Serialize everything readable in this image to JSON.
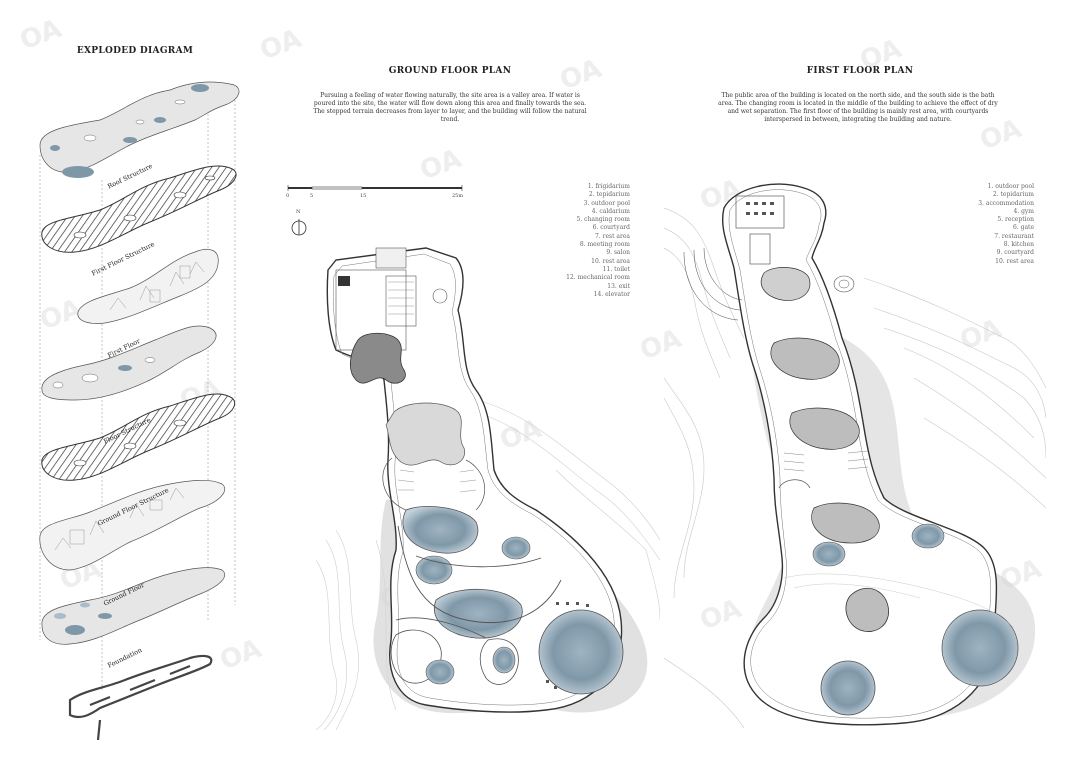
{
  "exploded": {
    "title": "EXPLODED DIAGRAM",
    "layers": [
      "Roof Structure",
      "First Floor Structure",
      "First Floor",
      "Floor Structure",
      "Ground Floor Structure",
      "Ground Floor",
      "Foundation"
    ]
  },
  "ground_plan": {
    "title": "GROUND FLOOR PLAN",
    "description": "Pursuing a feeling of water flowing naturally, the site area is a valley area. If water is poured into the site, the water will flow down along this area and finally towards the sea. The stepped terrain decreases from layer to layer, and the building will follow the natural trend.",
    "scale_ticks": [
      "0",
      "5",
      "15",
      "25m"
    ],
    "north_label": "N",
    "legend": [
      "1. frigidarium",
      "2. tepidarium",
      "3. outdoor pool",
      "4. caldarium",
      "5. changing room",
      "6. courtyard",
      "7. rest area",
      "8. meeting room",
      "9. salon",
      "10. rest area",
      "11. toilet",
      "12. mechanical room",
      "13. exit",
      "14. elevator"
    ]
  },
  "first_plan": {
    "title": "FIRST FLOOR PLAN",
    "description": "The public area of the building is located on the north side, and the south side is the bath area. The changing room is located in the middle of the building to achieve the effect of dry and wet separation. The first floor of the building is mainly rest area, with courtyards interspersed in between, integrating the building and nature.",
    "legend": [
      "1. outdoor pool",
      "2. tepidarium",
      "3. accommodation",
      "4. gym",
      "5. reception",
      "6. gate",
      "7. restaurant",
      "8. kitchen",
      "9. courtyard",
      "10. rest area"
    ]
  },
  "colors": {
    "water": "#7f98a8",
    "shadow": "#cfcfcf",
    "line": "#333333"
  },
  "watermark": "OA"
}
